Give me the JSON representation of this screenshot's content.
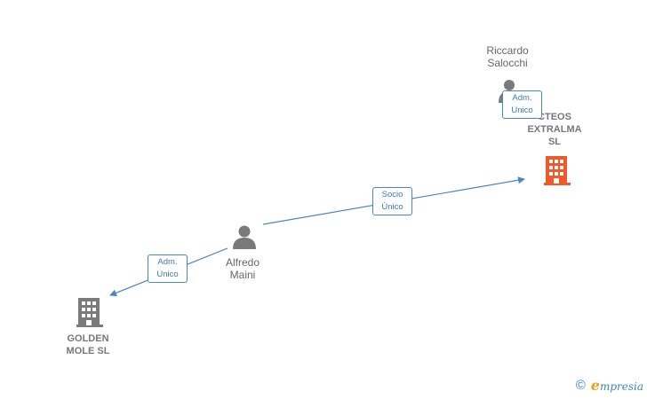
{
  "nodes": {
    "riccardo": {
      "name_line1": "Riccardo",
      "name_line2": "Salocchi",
      "icon": "person-icon"
    },
    "alfredo": {
      "name_line1": "Alfredo",
      "name_line2": "Maini",
      "icon": "person-icon"
    },
    "cteos": {
      "name_line1": "CTEOS",
      "name_line2": "EXTRALMA",
      "name_line3": "SL",
      "icon": "building-icon",
      "color": "#f05a28"
    },
    "golden": {
      "name_line1": "GOLDEN",
      "name_line2": "MOLE SL",
      "icon": "building-icon",
      "color": "#7a7a7a"
    }
  },
  "relations": {
    "riccardo_cteos": {
      "line1": "Adm.",
      "line2": "Unico"
    },
    "alfredo_cteos": {
      "line1": "Socio",
      "line2": "Único"
    },
    "alfredo_golden": {
      "line1": "Adm.",
      "line2": "Unico"
    }
  },
  "colors": {
    "edge": "#4a86c8",
    "person": "#7a7a7a"
  },
  "footer": {
    "copyright": "©",
    "brand_initial": "e",
    "brand_rest": "mpresia"
  }
}
